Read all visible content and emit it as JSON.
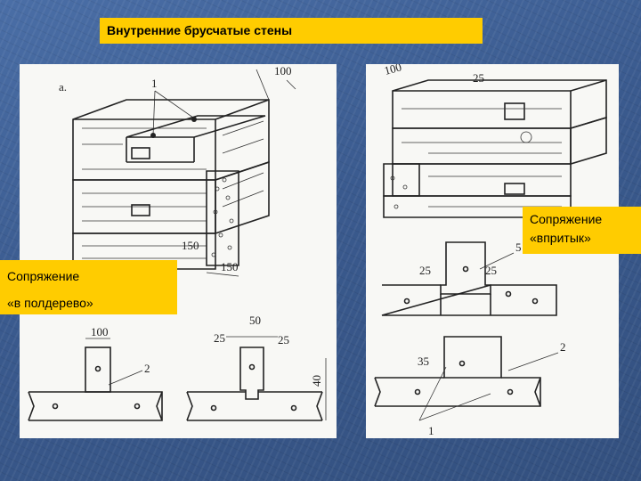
{
  "slide": {
    "title": "Внутренние брусчатые стены",
    "label_left_line1": "Сопряжение",
    "label_left_line2": "«в полдерево»",
    "label_right_line1": "Сопряжение",
    "label_right_line2": "«впритык»"
  },
  "drawing_left": {
    "letter": "а.",
    "callout_1": "1",
    "callout_2": "2",
    "dim_100_top": "100",
    "dim_150_a": "150",
    "dim_150_b": "150",
    "dim_100_plan": "100",
    "dim_50": "50",
    "dim_25_left": "25",
    "dim_25_right": "25",
    "dim_40": "40"
  },
  "drawing_right": {
    "dim_100": "100",
    "dim_25_top": "25",
    "callout_5": "5",
    "dim_25_a": "25",
    "dim_25_b": "25",
    "dim_35": "35",
    "callout_2": "2",
    "callout_1": "1"
  },
  "colors": {
    "background": "#3d5e93",
    "label_fill": "#ffcc00",
    "drawing_paper": "#f8f8f5"
  }
}
